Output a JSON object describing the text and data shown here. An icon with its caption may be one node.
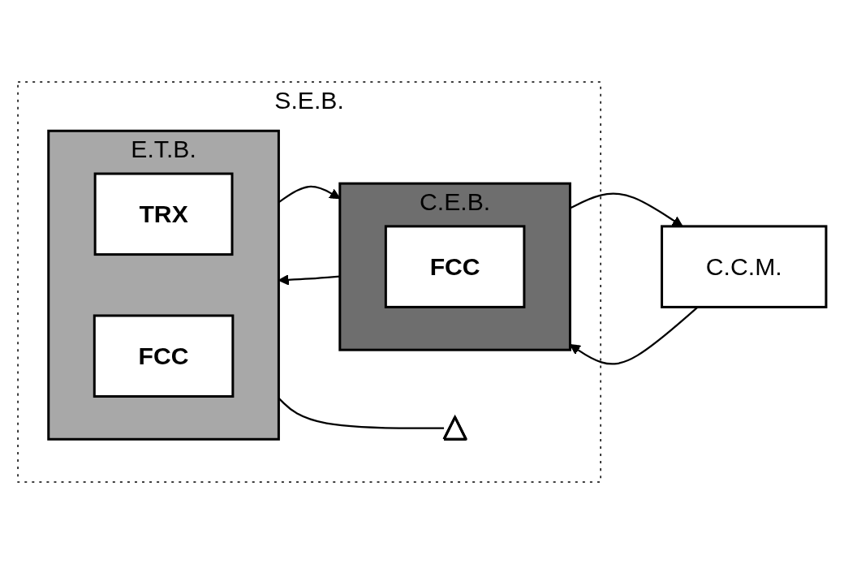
{
  "diagram": {
    "nodes": [
      {
        "text": [
          "S.E.B."
        ]
      },
      {
        "text": [
          "C.C.M."
        ]
      },
      {
        "text": [
          "C.E.B."
        ],
        "in": 0
      },
      {
        "text": [
          "FCC"
        ],
        "in": 2
      },
      {
        "text": [
          "E.T.B."
        ],
        "in": 0
      },
      {
        "text": [
          "TRX"
        ],
        "in": 4
      },
      {
        "text": [
          "FCC"
        ],
        "in": 4
      },
      {
        "text": [],
        "shape": "picture",
        "in": 0
      }
    ],
    "edges": [
      {
        "from": 1,
        "to": 2,
        "arrow": "to"
      },
      {
        "from": 2,
        "to": 1,
        "arrow": "to"
      },
      {
        "from": 2,
        "to": 4,
        "arrow": "to"
      },
      {
        "from": 4,
        "to": 2,
        "arrow": "to"
      },
      {
        "from": 4,
        "to": 7,
        "arrow": "none"
      }
    ]
  }
}
